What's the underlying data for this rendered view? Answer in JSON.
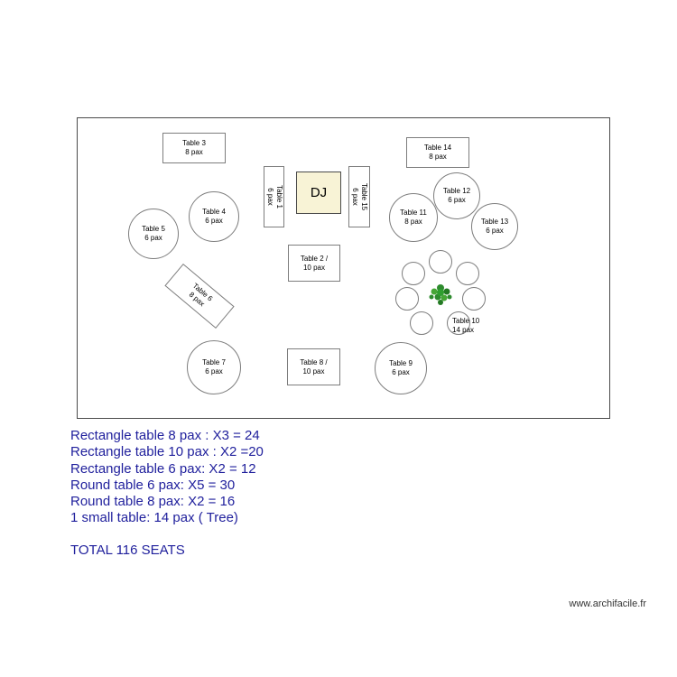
{
  "plan": {
    "dj_label": "DJ",
    "tables": {
      "t1": {
        "name": "Table 1",
        "pax": "6 pax"
      },
      "t2": {
        "name": "Table 2 /",
        "pax": "10 pax"
      },
      "t3": {
        "name": "Table 3",
        "pax": "8 pax"
      },
      "t4": {
        "name": "Table 4",
        "pax": "6 pax"
      },
      "t5": {
        "name": "Table 5",
        "pax": "6 pax"
      },
      "t6": {
        "name": "Table 6",
        "pax": "8 pax"
      },
      "t7": {
        "name": "Table 7",
        "pax": "6 pax"
      },
      "t8": {
        "name": "Table 8 /",
        "pax": "10 pax"
      },
      "t9": {
        "name": "Table 9",
        "pax": "6 pax"
      },
      "t10": {
        "name": "Table 10",
        "pax": "14 pax"
      },
      "t11": {
        "name": "Table 11",
        "pax": "8 pax"
      },
      "t12": {
        "name": "Table 12",
        "pax": "6 pax"
      },
      "t13": {
        "name": "Table 13",
        "pax": "6 pax"
      },
      "t14": {
        "name": "Table 14",
        "pax": "8 pax"
      },
      "t15": {
        "name": "Table 15",
        "pax": "6 pax"
      }
    }
  },
  "legend": {
    "lines": [
      "Rectangle table 8 pax : X3 = 24",
      "Rectangle table 10 pax : X2 =20",
      "Rectangle table 6 pax: X2 = 12",
      "Round table 6 pax: X5 = 30",
      "Round table 8 pax: X2 = 16",
      "1 small table: 14 pax ( Tree)"
    ],
    "total": "TOTAL 116 SEATS"
  },
  "footer": {
    "watermark": "www.archifacile.fr"
  },
  "colors": {
    "legend_text": "#1f1f9c",
    "table_border": "#7d7d7d",
    "room_border": "#4a4a4a",
    "dj_fill": "#f8f3d6",
    "tree_green": "#2e8b2e"
  }
}
